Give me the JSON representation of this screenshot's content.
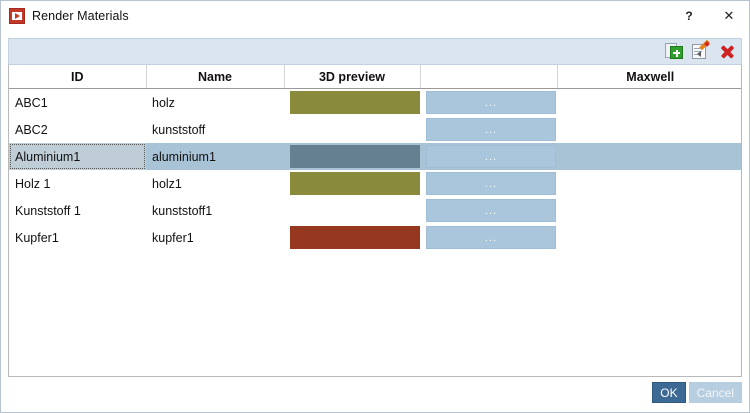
{
  "window": {
    "title": "Render Materials",
    "icon": "app-logo-icon",
    "buttons": {
      "help": "?",
      "close": "✕"
    }
  },
  "toolbar": {
    "items": [
      {
        "name": "add-material-button",
        "label": "Add"
      },
      {
        "name": "edit-material-button",
        "label": "Edit"
      },
      {
        "name": "delete-material-button",
        "label": "Delete"
      }
    ]
  },
  "table": {
    "columns": [
      {
        "label": "ID",
        "key": "id"
      },
      {
        "label": "Name",
        "key": "name"
      },
      {
        "label": "3D preview",
        "key": "preview"
      },
      {
        "label": "",
        "key": "action"
      },
      {
        "label": "Maxwell",
        "key": "maxwell"
      }
    ],
    "action_label": "...",
    "rows": [
      {
        "id": "ABC1",
        "name": "holz",
        "preview_color": "#8a8a3c",
        "has_preview": true,
        "selected": false,
        "maxwell": ""
      },
      {
        "id": "ABC2",
        "name": "kunststoff",
        "preview_color": "",
        "has_preview": false,
        "selected": false,
        "maxwell": ""
      },
      {
        "id": "Aluminium1",
        "name": "aluminium1",
        "preview_color": "#65808f",
        "has_preview": true,
        "selected": true,
        "maxwell": ""
      },
      {
        "id": "Holz 1",
        "name": "holz1",
        "preview_color": "#8a8a3c",
        "has_preview": true,
        "selected": false,
        "maxwell": ""
      },
      {
        "id": "Kunststoff 1",
        "name": "kunststoff1",
        "preview_color": "",
        "has_preview": false,
        "selected": false,
        "maxwell": ""
      },
      {
        "id": "Kupfer1",
        "name": "kupfer1",
        "preview_color": "#96381f",
        "has_preview": true,
        "selected": false,
        "maxwell": ""
      }
    ]
  },
  "footer": {
    "ok_label": "OK",
    "cancel_label": "Cancel"
  },
  "colors": {
    "accent": "#3c6a94",
    "selection": "#a9c3d6",
    "toolbar_bg": "#dbe5ef",
    "action_button": "#a9c6dc"
  }
}
